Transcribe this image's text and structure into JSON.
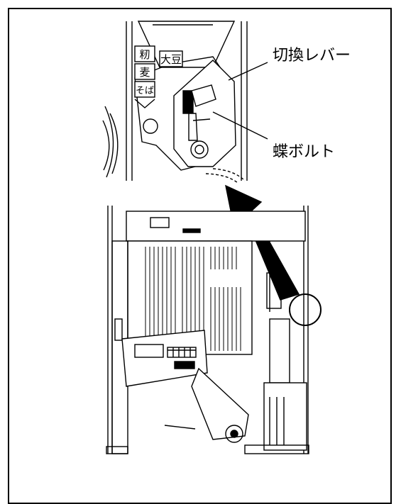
{
  "labels": {
    "lever": "切換レバー",
    "bolt": "蝶ボルト"
  },
  "selector_plate": {
    "rice": "籾",
    "wheat": "麦",
    "buckwheat": "そば",
    "soybean": "大豆"
  },
  "colors": {
    "line": "#000000",
    "background": "#ffffff"
  }
}
